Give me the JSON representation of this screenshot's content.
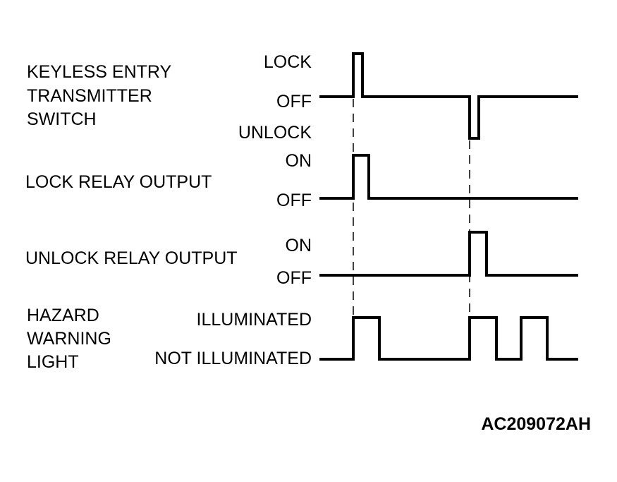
{
  "signals": [
    {
      "id": "transmitter",
      "name_lines": [
        "KEYLESS ENTRY",
        "TRANSMITTER",
        "SWITCH"
      ],
      "levels": [
        "LOCK",
        "OFF",
        "UNLOCK"
      ]
    },
    {
      "id": "lock_relay",
      "name_lines": [
        "LOCK RELAY OUTPUT"
      ],
      "levels": [
        "ON",
        "OFF"
      ]
    },
    {
      "id": "unlock_relay",
      "name_lines": [
        "UNLOCK RELAY OUTPUT"
      ],
      "levels": [
        "ON",
        "OFF"
      ]
    },
    {
      "id": "hazard",
      "name_lines": [
        "HAZARD",
        "WARNING",
        "LIGHT"
      ],
      "levels": [
        "ILLUMINATED",
        "NOT ILLUMINATED"
      ]
    }
  ],
  "reference_code": "AC209072AH",
  "colors": {
    "line": "#000000",
    "background": "#ffffff"
  }
}
